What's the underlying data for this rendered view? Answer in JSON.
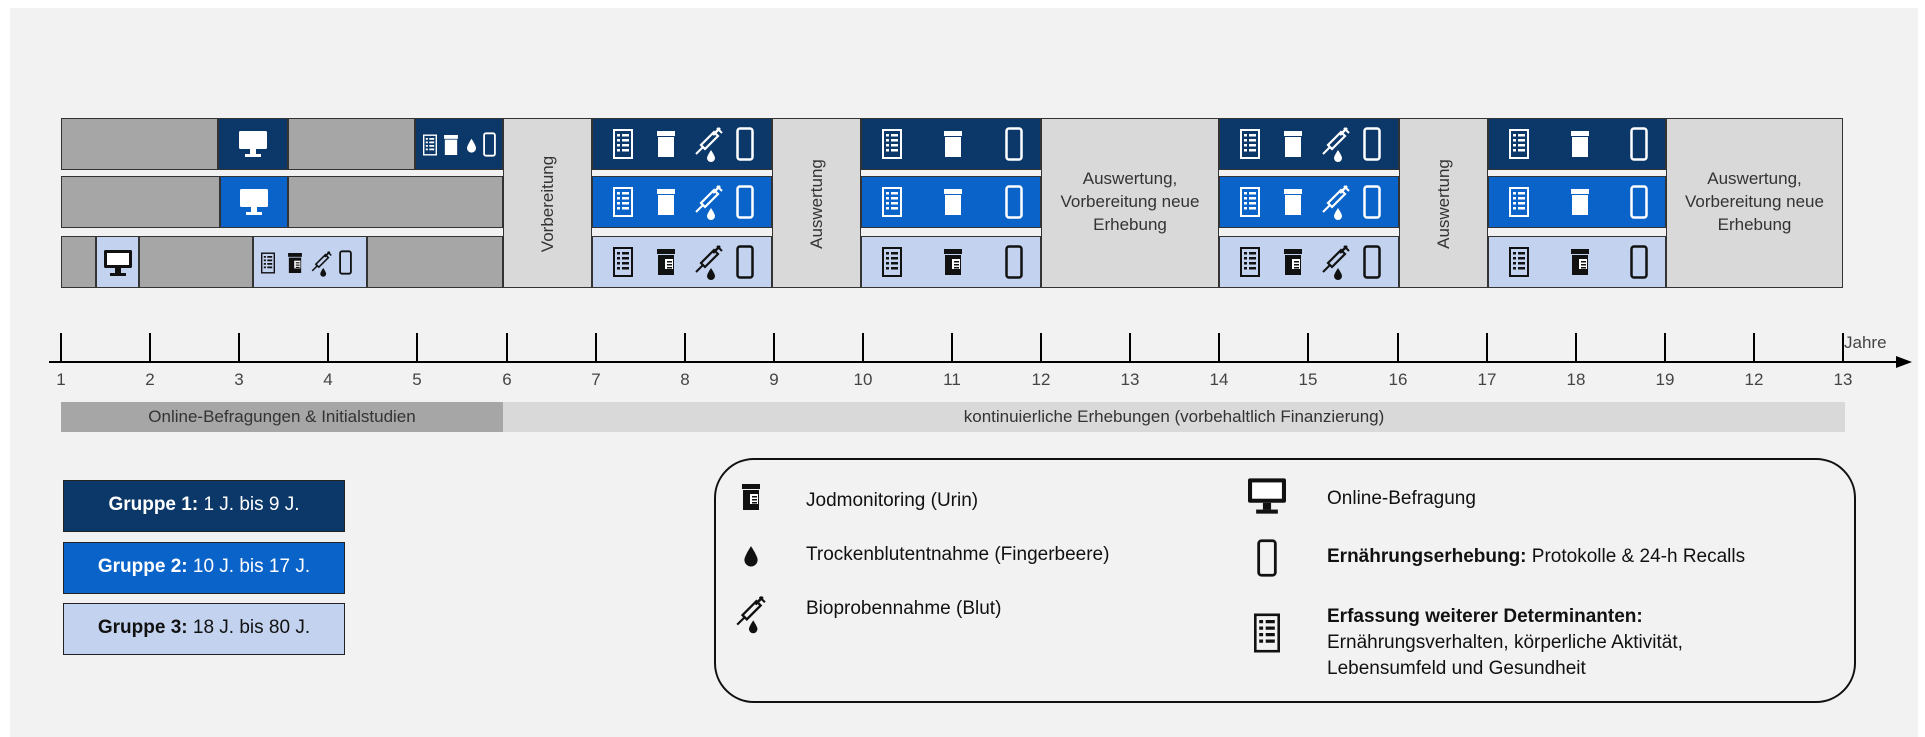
{
  "colors": {
    "group1": "#0b3868",
    "group2": "#0a63c9",
    "group3": "#c3d3ef",
    "grey_bar": "#a6a6a6",
    "phase_box": "#d9d9d9"
  },
  "phases": {
    "vorbereitung": "Vorbereitung",
    "auswertung": "Auswertung",
    "auswertung_vorbereitung": [
      "Auswertung,",
      "Vorbereitung neue",
      "Erhebung"
    ]
  },
  "axis": {
    "tick_labels": [
      "1",
      "2",
      "3",
      "4",
      "5",
      "6",
      "7",
      "8",
      "9",
      "10",
      "11",
      "12",
      "13",
      "14",
      "15",
      "16",
      "17",
      "18",
      "19",
      "12",
      "13"
    ],
    "unit_label": "Jahre"
  },
  "periods": {
    "initial": "Online-Befragungen & Initialstudien",
    "continuous": "kontinuierliche Erhebungen (vorbehaltlich Finanzierung)"
  },
  "groups": [
    {
      "name": "Gruppe 1:",
      "range": "1 J. bis 9 J."
    },
    {
      "name": "Gruppe 2:",
      "range": "10 J. bis 17 J."
    },
    {
      "name": "Gruppe 3:",
      "range": "18 J. bis 80 J."
    }
  ],
  "legend": {
    "jod": "Jodmonitoring (Urin)",
    "tropfen": "Trockenblutentnahme (Fingerbeere)",
    "spritze": "Bioprobennahme (Blut)",
    "online": "Online-Befragung",
    "ernaehrung_bold": "Ernährungserhebung:",
    "ernaehrung_rest": " Protokolle & 24-h Recalls",
    "determinanten_bold": "Erfassung weiterer Determinanten:",
    "determinanten_line2": "Ernährungsverhalten, körperliche Aktivität,",
    "determinanten_line3": "Lebensumfeld und Gesundheit"
  },
  "icons": [
    "checklist-icon",
    "urine-cup-icon",
    "drop-icon",
    "syringe-icon",
    "phone-icon",
    "monitor-icon"
  ]
}
